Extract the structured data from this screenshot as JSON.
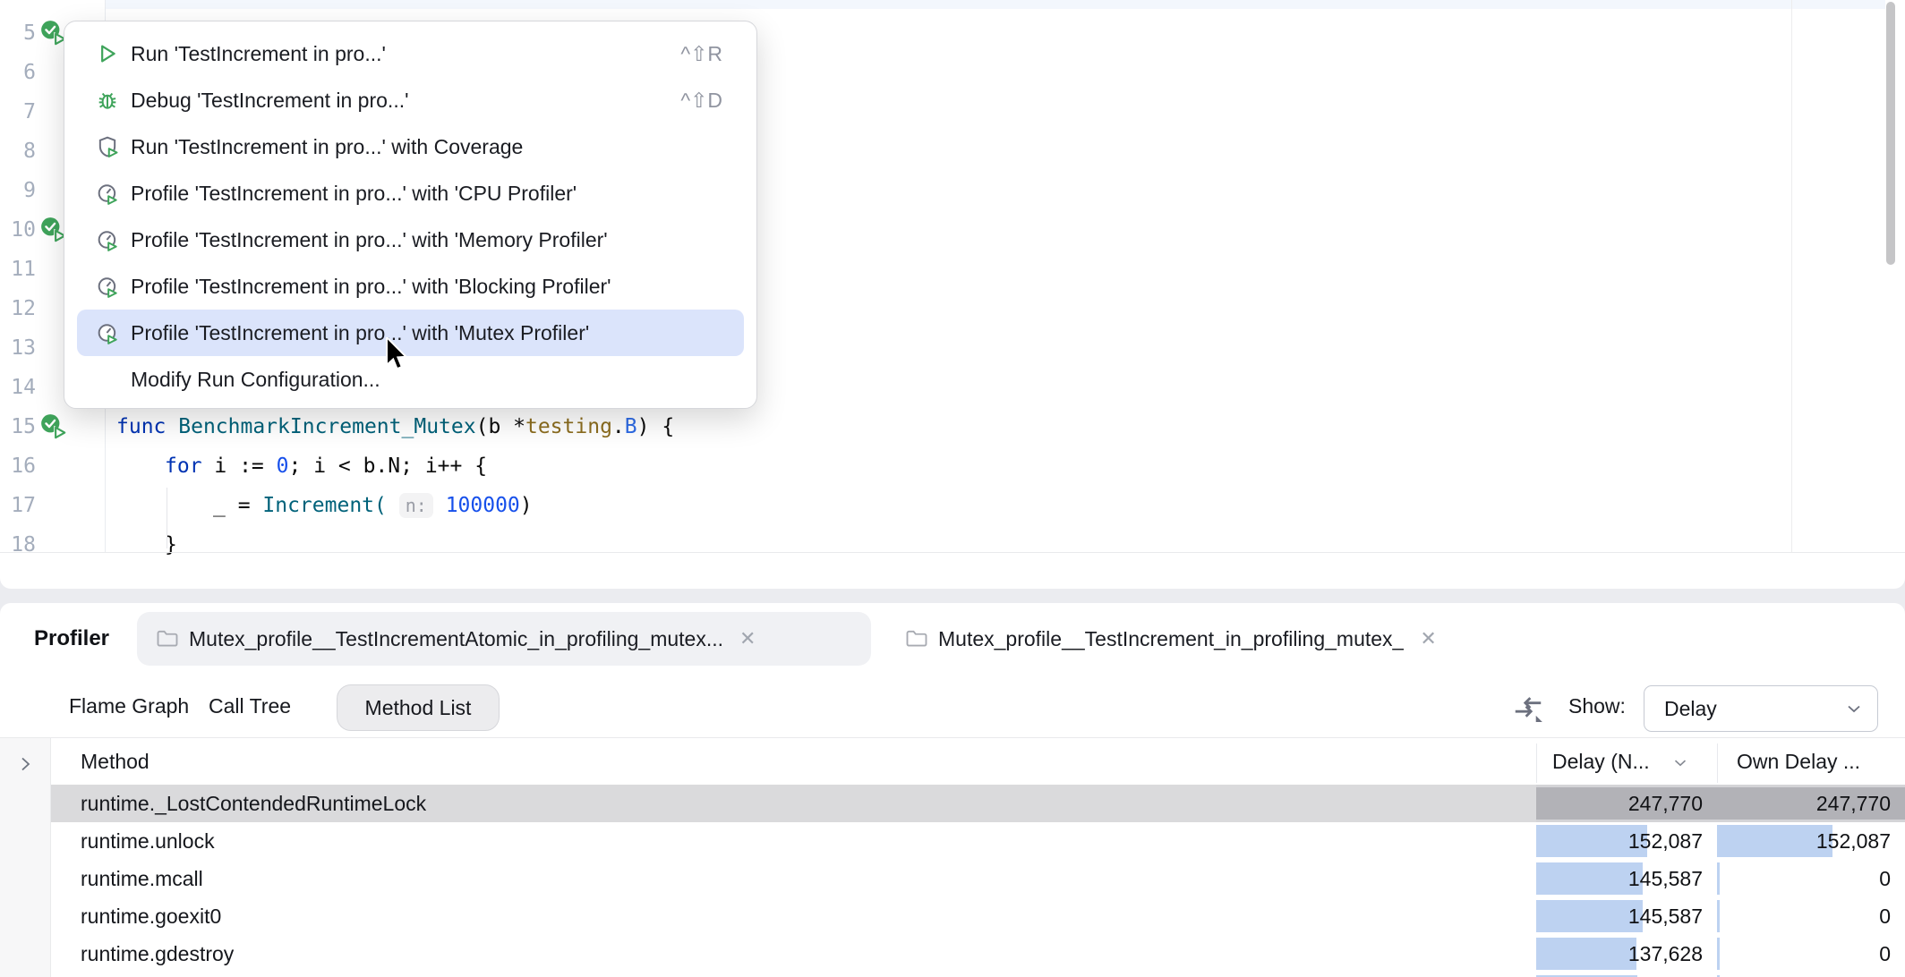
{
  "colors": {
    "accent_blue": "#dbe4fb",
    "bar_blue": "#bdd2f1",
    "run_green": "#3fa45b",
    "keyword": "#0033b3",
    "function": "#00627a",
    "package": "#8c6d1f",
    "type": "#2e6be5",
    "number": "#1750eb"
  },
  "editor": {
    "first_line": 5,
    "last_line": 18,
    "run_gutter_lines": [
      5,
      10,
      15
    ],
    "code_lines": [
      {
        "line": 15,
        "indent": 0,
        "segments": [
          {
            "text": "func ",
            "color": "keyword"
          },
          {
            "text": "BenchmarkIncrement_Mutex",
            "color": "function"
          },
          {
            "text": "(b *",
            "color": "plain"
          },
          {
            "text": "testing",
            "color": "package"
          },
          {
            "text": ".",
            "color": "plain"
          },
          {
            "text": "B",
            "color": "type"
          },
          {
            "text": ") {",
            "color": "plain"
          }
        ]
      },
      {
        "line": 16,
        "indent": 1,
        "segments": [
          {
            "text": "for ",
            "color": "keyword"
          },
          {
            "text": "i := ",
            "color": "plain"
          },
          {
            "text": "0",
            "color": "number"
          },
          {
            "text": "; i < b.N; i++ {",
            "color": "plain"
          }
        ]
      },
      {
        "line": 17,
        "indent": 2,
        "segments": [
          {
            "text": "_ = ",
            "color": "plain"
          },
          {
            "text": "Increment(",
            "color": "function"
          },
          {
            "text": " ",
            "color": "plain"
          },
          {
            "text": "n:",
            "color": "hint"
          },
          {
            "text": " ",
            "color": "plain"
          },
          {
            "text": "100000",
            "color": "number"
          },
          {
            "text": ")",
            "color": "plain"
          }
        ]
      },
      {
        "line": 18,
        "indent": 1,
        "segments": [
          {
            "text": "}",
            "color": "plain"
          }
        ]
      }
    ]
  },
  "menu": {
    "items": [
      {
        "label": "Run 'TestIncrement in pro...'",
        "icon": "run-icon",
        "shortcut": "^⇧R",
        "highlighted": false
      },
      {
        "label": "Debug 'TestIncrement in pro...'",
        "icon": "debug-icon",
        "shortcut": "^⇧D",
        "highlighted": false
      },
      {
        "label": "Run 'TestIncrement in pro...' with Coverage",
        "icon": "coverage-icon",
        "shortcut": "",
        "highlighted": false
      },
      {
        "label": "Profile 'TestIncrement in pro...' with 'CPU Profiler'",
        "icon": "profiler-icon",
        "shortcut": "",
        "highlighted": false
      },
      {
        "label": "Profile 'TestIncrement in pro...' with 'Memory Profiler'",
        "icon": "profiler-icon",
        "shortcut": "",
        "highlighted": false
      },
      {
        "label": "Profile 'TestIncrement in pro...' with 'Blocking Profiler'",
        "icon": "profiler-icon",
        "shortcut": "",
        "highlighted": false
      },
      {
        "label": "Profile 'TestIncrement in pro...' with 'Mutex Profiler'",
        "icon": "profiler-icon",
        "shortcut": "",
        "highlighted": true
      },
      {
        "label": "Modify Run Configuration...",
        "icon": null,
        "shortcut": "",
        "highlighted": false
      }
    ]
  },
  "profiler": {
    "panel_title": "Profiler",
    "session_tabs": [
      {
        "label": "Mutex_profile__TestIncrementAtomic_in_profiling_mutex...",
        "selected": true
      },
      {
        "label": "Mutex_profile__TestIncrement_in_profiling_mutex_",
        "selected": false
      }
    ],
    "view_tabs": [
      {
        "label": "Flame Graph",
        "selected": false
      },
      {
        "label": "Call Tree",
        "selected": false
      },
      {
        "label": "Method List",
        "selected": true
      }
    ],
    "show_label": "Show:",
    "show_value": "Delay",
    "table": {
      "columns": {
        "method": "Method",
        "delay": "Delay (N...",
        "own_delay": "Own Delay ..."
      },
      "max_value": 247770,
      "rows": [
        {
          "method": "runtime._LostContendedRuntimeLock",
          "delay": "247,770",
          "delay_val": 247770,
          "own": "247,770",
          "own_val": 247770,
          "selected": true
        },
        {
          "method": "runtime.unlock",
          "delay": "152,087",
          "delay_val": 152087,
          "own": "152,087",
          "own_val": 152087,
          "selected": false
        },
        {
          "method": "runtime.mcall",
          "delay": "145,587",
          "delay_val": 145587,
          "own": "0",
          "own_val": 0,
          "selected": false
        },
        {
          "method": "runtime.goexit0",
          "delay": "145,587",
          "delay_val": 145587,
          "own": "0",
          "own_val": 0,
          "selected": false
        },
        {
          "method": "runtime.gdestroy",
          "delay": "137,628",
          "delay_val": 137628,
          "own": "0",
          "own_val": 0,
          "selected": false
        },
        {
          "method": "",
          "delay": "",
          "delay_bar_pct": 56,
          "own": "",
          "own_bar_pct": 1.5,
          "selected": false,
          "partial": true
        }
      ]
    }
  }
}
